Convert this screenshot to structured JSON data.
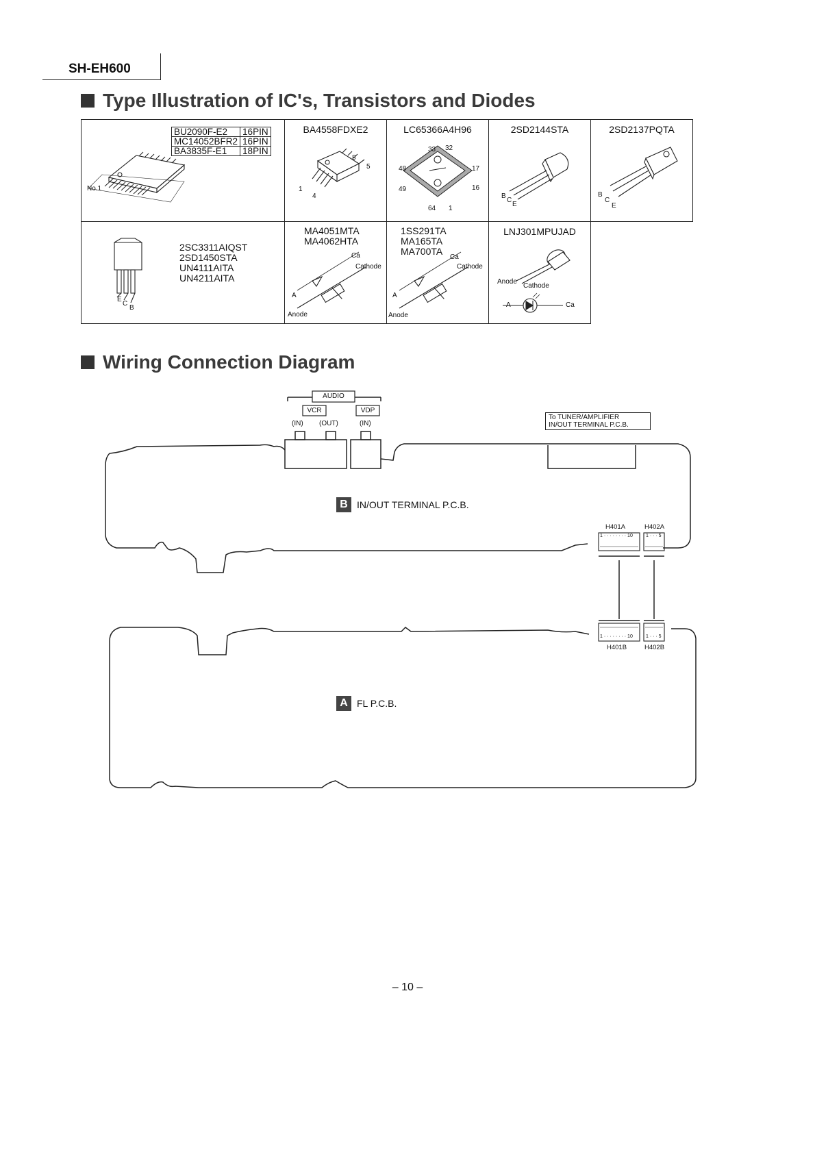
{
  "header": {
    "model": "SH-EH600"
  },
  "section1": {
    "title": "Type Illustration of IC's, Transistors and Diodes"
  },
  "ic_group": {
    "rows": [
      {
        "part": "BU2090F-E2",
        "pins": "16PIN"
      },
      {
        "part": "MC14052BFR2",
        "pins": "16PIN"
      },
      {
        "part": "BA3835F-E1",
        "pins": "18PIN"
      }
    ],
    "pin1_label": "No.1"
  },
  "ba4558": {
    "part": "BA4558FDXE2",
    "pins": [
      "8",
      "5",
      "1",
      "4"
    ]
  },
  "lc65366": {
    "part": "LC65366A4H96",
    "pins": [
      "33",
      "32",
      "48",
      "17",
      "49",
      "16",
      "64",
      "1"
    ]
  },
  "sd2144": {
    "part": "2SD2144STA",
    "leads": [
      "B",
      "C",
      "E"
    ]
  },
  "sd2137": {
    "part": "2SD2137PQTA",
    "leads": [
      "B",
      "C",
      "E"
    ]
  },
  "transistor_group": {
    "parts": [
      "2SC3311AIQST",
      "2SD1450STA",
      "UN4111AITA",
      "UN4211AITA"
    ],
    "leads": [
      "E",
      "C",
      "B"
    ]
  },
  "diode1": {
    "parts": [
      "MA4051MTA",
      "MA4062HTA"
    ],
    "ca": "Ca",
    "cathode": "Cathode",
    "a": "A",
    "anode": "Anode"
  },
  "diode2": {
    "parts": [
      "1SS291TA",
      "MA165TA",
      "MA700TA"
    ],
    "ca": "Ca",
    "cathode": "Cathode",
    "a": "A",
    "anode": "Anode"
  },
  "led": {
    "part": "LNJ301MPUJAD",
    "anode": "Anode",
    "cathode": "Cathode",
    "a": "A",
    "ca": "Ca"
  },
  "section2": {
    "title": "Wiring Connection Diagram"
  },
  "wiring": {
    "audio": "AUDIO",
    "vcr": "VCR",
    "vdp": "VDP",
    "in1": "(IN)",
    "out": "(OUT)",
    "in2": "(IN)",
    "tuner_line1": "To TUNER/AMPLIFIER",
    "tuner_line2": "IN/OUT TERMINAL P.C.B.",
    "board_b_badge": "B",
    "board_b_label": "IN/OUT TERMINAL P.C.B.",
    "board_a_badge": "A",
    "board_a_label": "FL P.C.B.",
    "h401a": "H401A",
    "h402a": "H402A",
    "h401b": "H401B",
    "h402b": "H402B",
    "pin_range_10": "1 · · · · · · · · 10",
    "pin_range_5": "1 · · · 5"
  },
  "footer": {
    "page": "– 10 –"
  }
}
